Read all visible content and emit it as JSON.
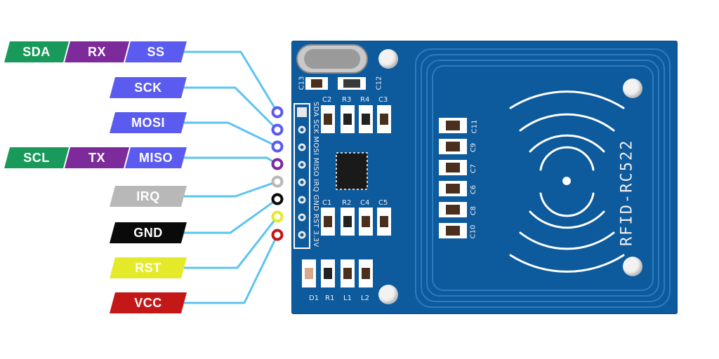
{
  "pin_labels": {
    "sda": "SDA",
    "rx": "RX",
    "ss": "SS",
    "sck": "SCK",
    "mosi": "MOSI",
    "scl": "SCL",
    "tx": "TX",
    "miso": "MISO",
    "irq": "IRQ",
    "gnd": "GND",
    "rst": "RST",
    "vcc": "VCC"
  },
  "colors": {
    "green": "#1a9a5a",
    "purple": "#7d2a9b",
    "blue": "#5b5bf0",
    "gray": "#b8b8b8",
    "black": "#0a0a0a",
    "yellow": "#e4ea2a",
    "red": "#c41818",
    "wire": "#5cc3f2",
    "board": "#0d5a9d"
  },
  "board": {
    "title": "RFID-RC522",
    "header_pins": "SDA SCK MOSI MISO IRQ GND RST 3.3V",
    "components": {
      "c13": "C13",
      "c12": "C12",
      "c2": "C2",
      "r3": "R3",
      "r4": "R4",
      "c3": "C3",
      "c1": "C1",
      "r2": "R2",
      "c4": "C4",
      "c5": "C5",
      "c11": "C11",
      "c9": "C9",
      "c7": "C7",
      "c6": "C6",
      "c8": "C8",
      "c10": "C10",
      "d1": "D1",
      "r1": "R1",
      "l1": "L1",
      "l2": "L2"
    }
  }
}
